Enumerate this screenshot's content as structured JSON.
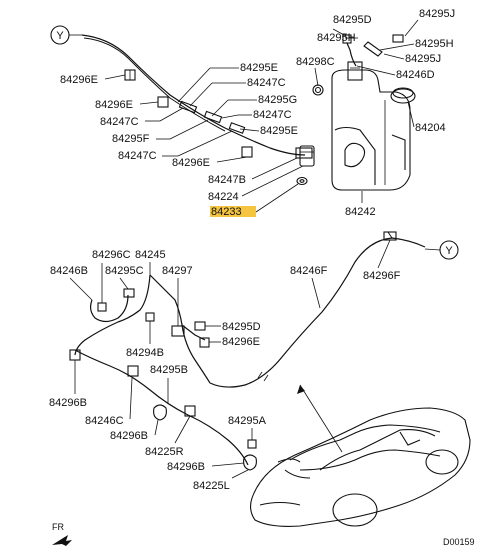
{
  "labels": {
    "p84295D_top": "84295D",
    "p84295J": "84295J",
    "p84295H_a": "84295H",
    "p84295H_b": "84295H",
    "p84295J_b": "84295J",
    "p84298C": "84298C",
    "p84246D": "84246D",
    "p84295E_a": "84295E",
    "p84247C_a": "84247C",
    "p84296E_a": "84296E",
    "p84295G": "84295G",
    "p84296E_b": "84296E",
    "p84247C_b": "84247C",
    "p84247C_c": "84247C",
    "p84295E_b": "84295E",
    "p84295F": "84295F",
    "p84247C_d": "84247C",
    "p84296E_c": "84296E",
    "p84247B": "84247B",
    "p84204": "84204",
    "p84224": "84224",
    "p84233": "84233",
    "p84242": "84242",
    "p84296C": "84296C",
    "p84245": "84245",
    "p84246B": "84246B",
    "p84295C": "84295C",
    "p84297": "84297",
    "p84246F": "84246F",
    "p84296F": "84296F",
    "p84295D_b": "84295D",
    "p84296E_d": "84296E",
    "p84294B": "84294B",
    "p84295B": "84295B",
    "p84296B_a": "84296B",
    "p84246C": "84246C",
    "p84296B_b": "84296B",
    "p84295A": "84295A",
    "p84225R": "84225R",
    "p84296B_c": "84296B",
    "p84225L": "84225L",
    "fr": "FR",
    "code": "D00159",
    "connector_y_top": "Y",
    "connector_y_bottom": "Y"
  },
  "colors": {
    "line": "#111111",
    "highlight": "#f5c542",
    "background": "#ffffff"
  }
}
